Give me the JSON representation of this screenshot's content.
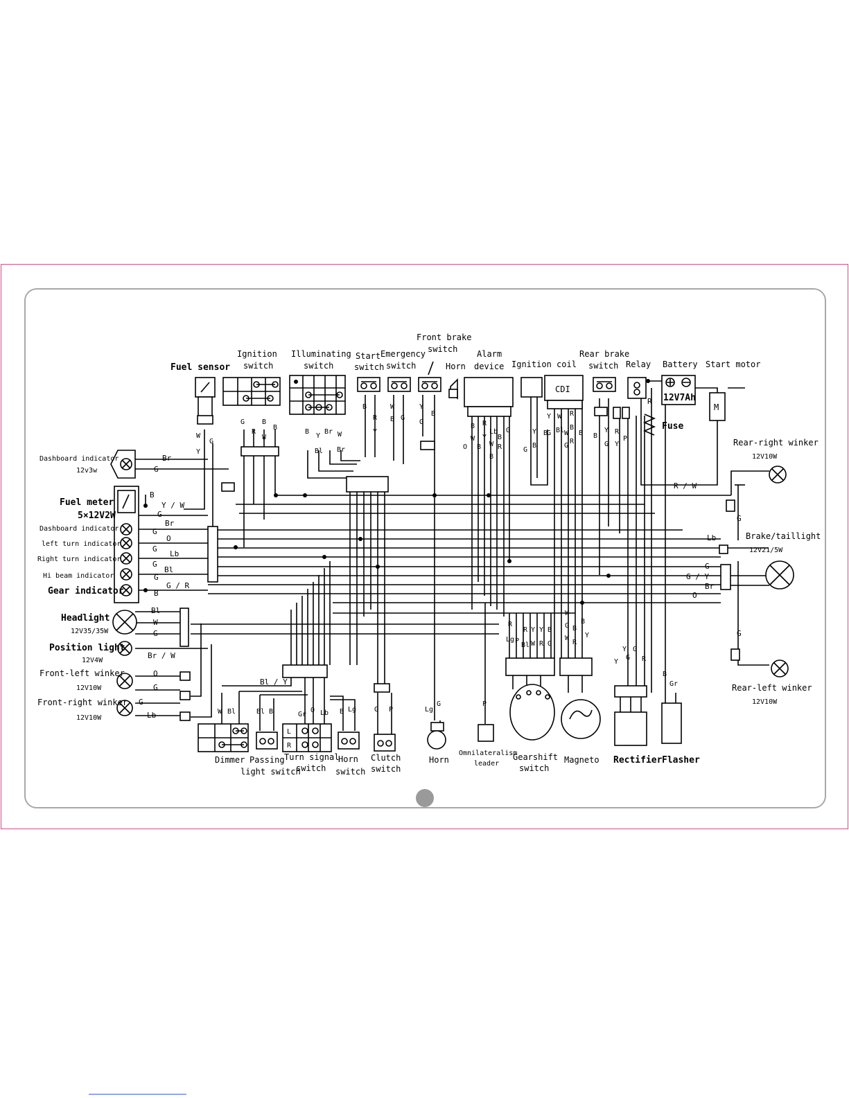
{
  "components": {
    "fuel_sensor": "Fuel sensor",
    "ignition_switch": [
      "Ignition",
      "switch"
    ],
    "illuminating_switch": [
      "Illuminating",
      "switch"
    ],
    "start_switch": [
      "Start",
      "switch"
    ],
    "emergency_switch": [
      "Emergency",
      "switch"
    ],
    "front_brake_switch": [
      "Front brake",
      "switch"
    ],
    "horn_top": "Horn",
    "alarm_device": [
      "Alarm",
      "device"
    ],
    "ignition_coil": "Ignition coil",
    "cdi": "CDI",
    "rear_brake_switch": [
      "Rear brake",
      "switch"
    ],
    "relay": "Relay",
    "battery": "Battery",
    "battery_rating": "12V7Ah",
    "start_motor": "Start motor",
    "motor_symbol": "M",
    "fuse": "Fuse",
    "dashboard_indicator_1": "Dashboard indicator",
    "dashboard_indicator_1_rating": "12v3w",
    "fuel_meter": "Fuel meter",
    "fuel_meter_rating": "5×12V2W",
    "dashboard_indicator_2": "Dashboard indicator",
    "left_turn_indicator": "left turn indicator",
    "right_turn_indicator": "Right turn indicator",
    "hi_beam_indicator": "Hi beam indicator",
    "gear_indicator": "Gear indicator",
    "headlight": "Headlight",
    "headlight_rating": "12V35/35W",
    "position_light": "Position light",
    "position_light_rating": "12V4W",
    "front_left_winker": "Front-left winker",
    "front_left_winker_rating": "12V10W",
    "front_right_winker": "Front-right winker",
    "front_right_winker_rating": "12V10W",
    "rear_right_winker": "Rear-right winker",
    "rear_right_winker_rating": "12V10W",
    "brake_taillight": "Brake/taillight",
    "brake_taillight_rating": "12V21/5W",
    "rear_left_winker": "Rear-left winker",
    "rear_left_winker_rating": "12V10W",
    "dimmer": "Dimmer",
    "passing_light_switch": [
      "Passing",
      "light switch"
    ],
    "turn_signal_switch": [
      "Turn signal",
      "switch"
    ],
    "horn_switch": [
      "Horn",
      "switch"
    ],
    "clutch_switch": [
      "Clutch",
      "switch"
    ],
    "horn_bottom": "Horn",
    "omnilateral_leader": [
      "Omnilateralism",
      "leader"
    ],
    "gearshift_switch": [
      "Gearshift",
      "switch"
    ],
    "magneto": "Magneto",
    "rectifier": "Rectifier",
    "flasher": "Flasher"
  },
  "wire_colors": {
    "br": "Br",
    "g": "G",
    "b": "B",
    "yw": "Y / W",
    "o": "O",
    "lb": "Lb",
    "bl": "Bl",
    "gr_slash": "G / R",
    "w": "W",
    "brw": "Br / W",
    "bly": "Bl / Y",
    "rw": "R / W",
    "gy": "G / Y",
    "r": "R",
    "y": "Y",
    "p": "P",
    "lg": "Lg",
    "gr": "Gr"
  },
  "switch_marks": {
    "l": "L",
    "r": "R"
  }
}
